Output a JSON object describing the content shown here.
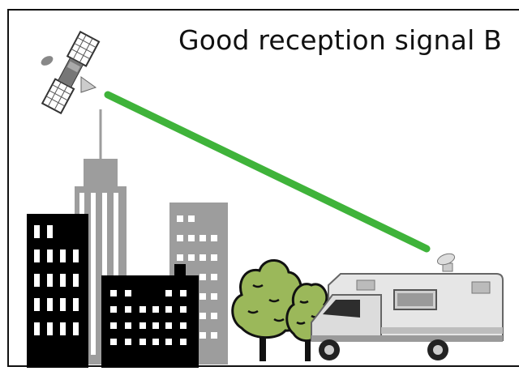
{
  "title": "Good reception signal B",
  "colors": {
    "signal": "#3fb33a",
    "frame": "#111111",
    "building_dark": "#000000",
    "building_gray": "#9d9d9d",
    "tree_fill": "#9bb85a",
    "camper": "#e6e6e6"
  },
  "icons": [
    "satellite-icon",
    "city-buildings",
    "trees",
    "camper-van-icon"
  ]
}
